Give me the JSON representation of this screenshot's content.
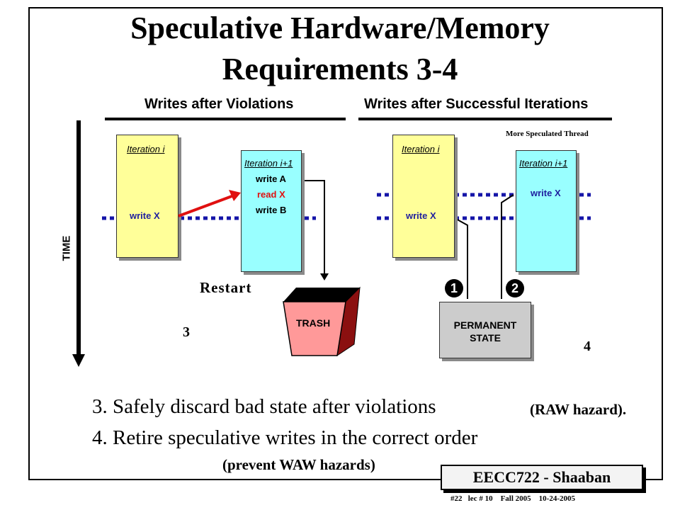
{
  "title": {
    "line1": "Speculative Hardware/Memory",
    "line2": "Requirements 3-4"
  },
  "left_section": {
    "heading": "Writes after Violations",
    "iteration_i_label": "Iteration i",
    "iteration_i_op": "write X",
    "iteration_i1_label": "Iteration i+1",
    "iteration_i1_ops": [
      "write A",
      "read X",
      "write B"
    ],
    "restart_label": "Restart",
    "trash_label": "TRASH",
    "number": "3"
  },
  "right_section": {
    "heading": "Writes after Successful Iterations",
    "more_speculated_label": "More Speculated Thread",
    "iteration_i_label": "Iteration i",
    "iteration_i_op": "write X",
    "iteration_i1_label": "Iteration i+1",
    "iteration_i1_op": "write X",
    "order_1": "1",
    "order_2": "2",
    "permanent_state_line1": "PERMANENT",
    "permanent_state_line2": "STATE",
    "number": "4"
  },
  "time_label": "TIME",
  "captions": {
    "item3": "3. Safely discard bad state after violations",
    "item3_note": "(RAW hazard).",
    "item4": "4. Retire speculative writes in the correct order",
    "item4_note": "(prevent WAW hazards)"
  },
  "footer": {
    "badge": "EECC722 - Shaaban",
    "info": "#22   lec # 10    Fall 2005    10-24-2005"
  },
  "colors": {
    "iteration_i_fill": "#ffff99",
    "iteration_i1_fill": "#99ffff",
    "violation_arrow": "#e01010",
    "dotted_line": "#1515a8",
    "trash_fill": "#ff9999",
    "permanent_state_fill": "#cccccc"
  }
}
